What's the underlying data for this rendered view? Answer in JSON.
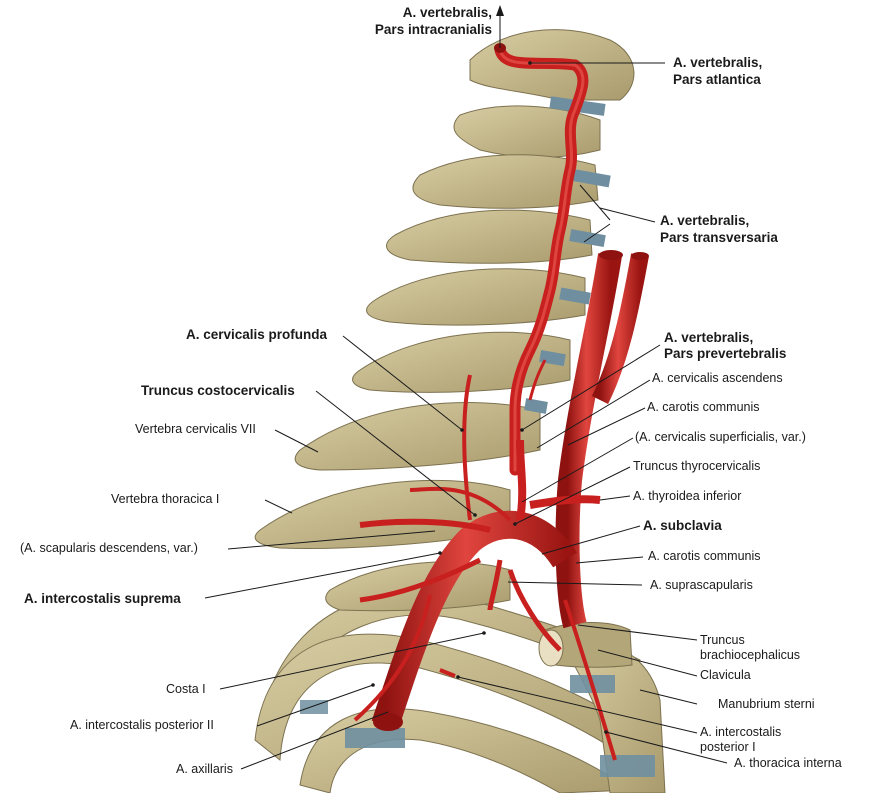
{
  "colors": {
    "bone": "#c9bd92",
    "bone_shade": "#a89a6c",
    "bone_dark": "#7d7250",
    "artery": "#c8201e",
    "artery_dark": "#8e1210",
    "artery_light": "#e8554e",
    "disc": "#6f8fa0",
    "background": "#ffffff"
  },
  "labels": {
    "vert_intracranialis_1": "A. vertebralis,",
    "vert_intracranialis_2": "Pars intracranialis",
    "vert_atlantica_1": "A. vertebralis,",
    "vert_atlantica_2": "Pars atlantica",
    "vert_transversaria_1": "A. vertebralis,",
    "vert_transversaria_2": "Pars transversaria",
    "cervicalis_profunda": "A. cervicalis profunda",
    "vert_prevertebralis_1": "A. vertebralis,",
    "vert_prevertebralis_2": "Pars prevertebralis",
    "cervicalis_ascendens": "A. cervicalis ascendens",
    "truncus_costocervicalis": "Truncus costocervicalis",
    "carotis_communis_upper": "A. carotis communis",
    "vertebra_cervicalis_vii": "Vertebra cervicalis VII",
    "cervicalis_superficialis": "(A. cervicalis superficialis, var.)",
    "truncus_thyrocervicalis": "Truncus thyrocervicalis",
    "thyroidea_inferior": "A. thyroidea inferior",
    "vertebra_thoracica_i": "Vertebra thoracica I",
    "subclavia": "A. subclavia",
    "scapularis_descendens": "(A. scapularis descendens, var.)",
    "carotis_communis_lower": "A. carotis communis",
    "intercostalis_suprema": "A. intercostalis suprema",
    "suprascapularis": "A. suprascapularis",
    "truncus_brachiocephalicus_1": "Truncus",
    "truncus_brachiocephalicus_2": "brachiocephalicus",
    "costa_i": "Costa I",
    "clavicula": "Clavicula",
    "manubrium_sterni": "Manubrium sterni",
    "intercostalis_posterior_ii": "A. intercostalis posterior II",
    "intercostalis_posterior_i_1": "A. intercostalis",
    "intercostalis_posterior_i_2": "posterior I",
    "axillaris": "A. axillaris",
    "thoracica_interna": "A. thoracica interna"
  }
}
